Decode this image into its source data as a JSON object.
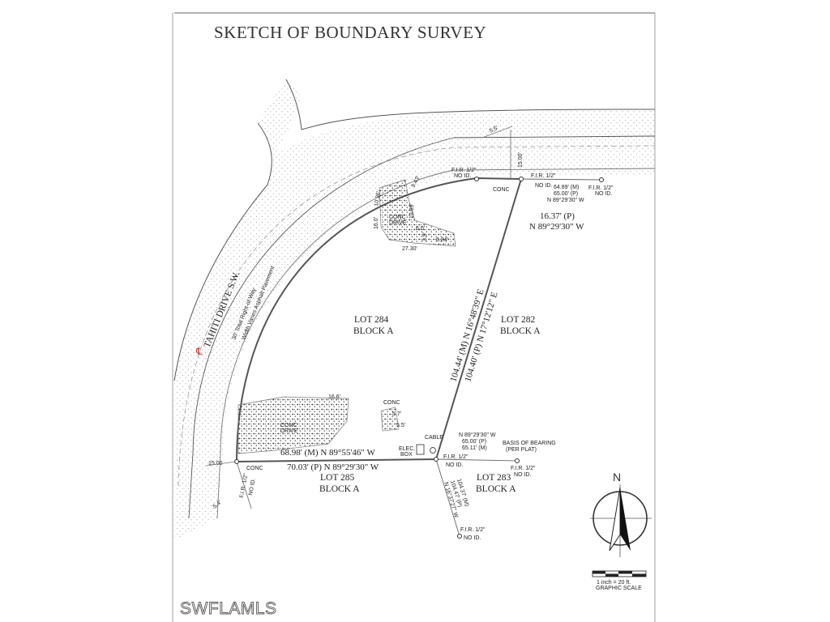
{
  "title": "SKETCH OF BOUNDARY SURVEY",
  "watermark": "SWFLAMLS",
  "road": {
    "name": "TAHITI DRIVE S.W.",
    "row_note": "30' Total Right-of-Way",
    "pavement_note": "Width Varies Asphalt Pavement",
    "centerline_symbol": "℄"
  },
  "lots": {
    "lot_284": {
      "lot": "LOT 284",
      "block": "BLOCK A"
    },
    "lot_282": {
      "lot": "LOT 282",
      "block": "BLOCK A"
    },
    "lot_285": {
      "lot": "LOT 285",
      "block": "BLOCK A"
    },
    "lot_283": {
      "lot": "LOT 283",
      "block": "BLOCK A"
    }
  },
  "bearings": {
    "east_measured": "104.44' (M) N 16°48'39\" E",
    "east_plat": "104.40' (P) N 17°12'12\" E",
    "south_measured": "68.98' (M) N 89°55'46\" W",
    "south_plat": "70.03' (P) N 89°29'30\" W",
    "north_plat_dist": "16.37' (P)",
    "north_plat_bearing": "N 89°29'30\" W"
  },
  "ne_details": {
    "fir_left_1": "F.I.R. 1/2\"",
    "fir_left_2": "NO ID.",
    "fir_mid_1": "F.I.R. 1/2\"",
    "fir_mid_2": "NO ID.",
    "fir_right_1": "F.I.R. 1/2\"",
    "fir_right_2": "NO ID.",
    "dist_m": "64.89' (M)",
    "dist_p": "65.00' (P)",
    "bearing": "N 89°29'30\" W",
    "conc": "CONC",
    "setback": "15.00'",
    "road_offset": "5.5'"
  },
  "se_details": {
    "bearing": "N 89°29'30\" W",
    "dist_p": "65.00' (P)",
    "dist_m": "65.11' (M)",
    "basis_1": "BASIS OF BEARING",
    "basis_2": "(PER PLAT)",
    "fir_corner_1": "F.I.R. 1/2\"",
    "fir_corner_2": "NO ID.",
    "fir_east_1": "F.I.R. 1/2\"",
    "fir_east_2": "NO ID.",
    "fir_south_1": "F.I.R. 1/2\"",
    "fir_south_2": "NO ID.",
    "south_line_1": "N 16°37'27\" W",
    "south_line_2": "104.47' (P)",
    "south_line_3": "104.37' (M)",
    "cable": "CABLE",
    "elec_1": "ELEC.",
    "elec_2": "BOX"
  },
  "sw_details": {
    "setback": "15.00",
    "fir_1": "F.I.R. 1/2\"",
    "fir_2": "NO ID.",
    "conc": "CONC",
    "road_offset": "5.4'"
  },
  "drives": {
    "north_1": "CONC",
    "north_2": "DRIVE",
    "south_1": "CONC",
    "south_2": "DRIVE",
    "conc_pad": "CONC",
    "dims": [
      "10.36'",
      "9.43'",
      "16.0'",
      "12.89'",
      "6.0'",
      "3.9'",
      "27.30'",
      "6.84'",
      "16.6'",
      "5.7'",
      "5.5'"
    ]
  },
  "scale": {
    "north": "N",
    "ratio": "1 inch = 20 ft.",
    "label": "GRAPHIC SCALE"
  }
}
